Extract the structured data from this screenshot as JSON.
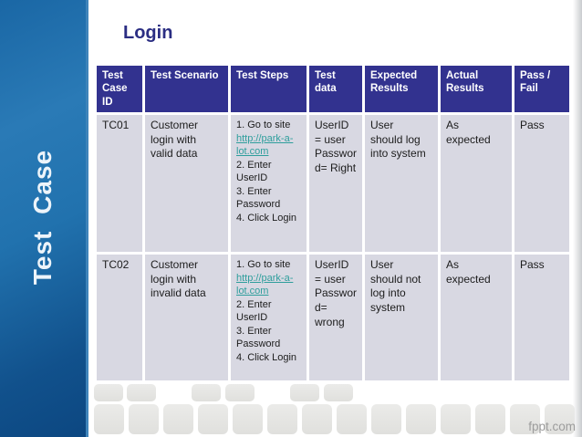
{
  "slide": {
    "sidebar_label": "Test Case",
    "title": "Login",
    "watermark": "fppt.com"
  },
  "table": {
    "columns": [
      "Test Case ID",
      "Test Scenario",
      "Test Steps",
      "Test data",
      "Expected Results",
      "Actual Results",
      "Pass / Fail"
    ],
    "rows": [
      {
        "id": "TC01",
        "scenario": "Customer login with valid data",
        "steps": [
          {
            "type": "text",
            "value": "1. Go to site"
          },
          {
            "type": "link",
            "value": "http://park-a-lot.com"
          },
          {
            "type": "text",
            "value": "2. Enter UserID"
          },
          {
            "type": "text",
            "value": "3. Enter Password"
          },
          {
            "type": "text",
            "value": "4. Click Login"
          }
        ],
        "test_data": "UserID = user Password= Right",
        "expected": "User should log into system",
        "actual": "As expected",
        "pass_fail": "Pass"
      },
      {
        "id": "TC02",
        "scenario": "Customer login with invalid data",
        "steps": [
          {
            "type": "text",
            "value": "1. Go to site"
          },
          {
            "type": "link",
            "value": "http://park-a-lot.com"
          },
          {
            "type": "text",
            "value": "2. Enter UserID"
          },
          {
            "type": "text",
            "value": "3. Enter Password"
          },
          {
            "type": "text",
            "value": "4. Click Login"
          }
        ],
        "test_data": "UserID = user Password= wrong",
        "expected": "User should not log into system",
        "actual": "As expected",
        "pass_fail": "Pass"
      }
    ]
  },
  "colors": {
    "header_bg": "#32328f",
    "cell_bg": "#d8d8e2",
    "link": "#2e9e9c",
    "title": "#2b2e83",
    "sidebar_blue_light": "#2a7ab6",
    "sidebar_blue_dark": "#0c4781",
    "deco_square": "#e4e4e1"
  }
}
